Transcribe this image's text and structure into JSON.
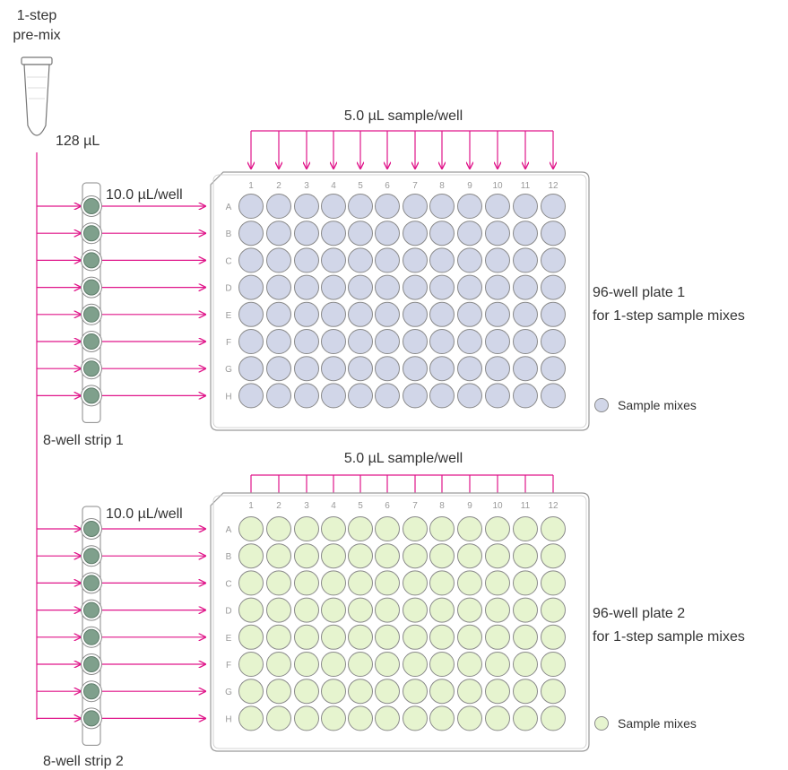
{
  "premix": {
    "title_line1": "1-step",
    "title_line2": "pre-mix",
    "volume": "128 µL"
  },
  "plates": [
    {
      "sample_label": "5.0 µL sample/well",
      "strip_volume_label": "10.0 µL/well",
      "strip_label": "8-well strip 1",
      "plate_title_line1": "96-well plate 1",
      "plate_title_line2": "for 1-step sample mixes",
      "legend_label": "Sample mixes",
      "well_color": "#d1d6e8"
    },
    {
      "sample_label": "5.0 µL sample/well",
      "strip_volume_label": "10.0 µL/well",
      "strip_label": "8-well strip 2",
      "plate_title_line1": "96-well plate 2",
      "plate_title_line2": "for 1-step sample mixes",
      "legend_label": "Sample mixes",
      "well_color": "#e6f4cf"
    }
  ],
  "columns": [
    "1",
    "2",
    "3",
    "4",
    "5",
    "6",
    "7",
    "8",
    "9",
    "10",
    "11",
    "12"
  ],
  "rows": [
    "A",
    "B",
    "C",
    "D",
    "E",
    "F",
    "G",
    "H"
  ],
  "colors": {
    "arrow": "#e0168a",
    "strip_well": "#7fa08c",
    "well_stroke": "#8a8a8a"
  }
}
